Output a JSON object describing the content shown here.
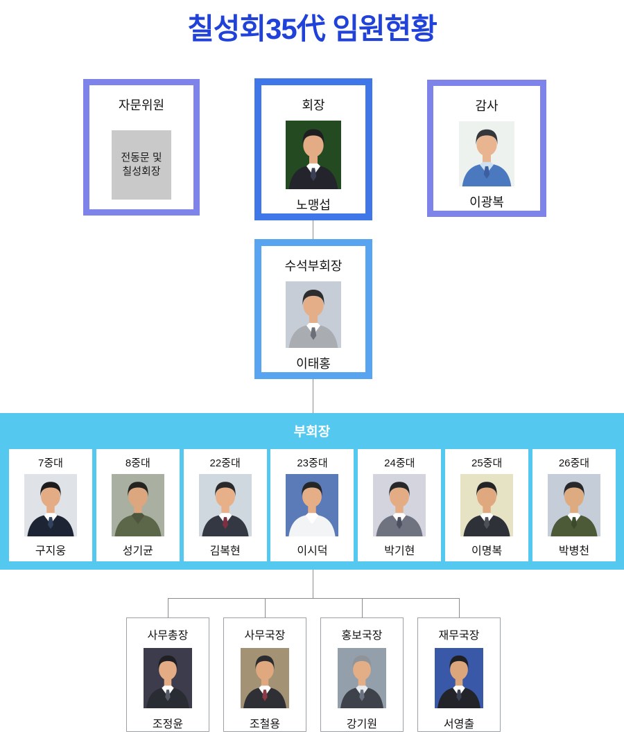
{
  "page_title": "칠성회35代 임원현황",
  "colors": {
    "title_text": "#2142d8",
    "advisor_border": "#7d83e8",
    "president_border": "#4077e8",
    "auditor_border": "#7d83e8",
    "senior_vp_border": "#58a4f0",
    "vp_band_bg": "#55c8f0",
    "note_box_bg": "#c9c9c9",
    "connector": "#8a8a8a",
    "staff_box_border": "#9aa0a6"
  },
  "advisor": {
    "title": "자문위원",
    "note_line1": "전동문 및",
    "note_line2": "칠성회장"
  },
  "president": {
    "title": "회장",
    "name": "노맹섭",
    "photo": {
      "bg": "#244a22",
      "suit": "#23242c",
      "shirt": "#ffffff",
      "tie": "#3a3f55",
      "skin": "#e3ac84",
      "hair": "#1f1f22"
    }
  },
  "auditor": {
    "title": "감사",
    "name": "이광복",
    "photo": {
      "bg": "#eef2ee",
      "suit": "#4b79c0",
      "shirt": "#cfe0f2",
      "tie": "#3c5fa0",
      "skin": "#e8b590",
      "hair": "#35373a"
    }
  },
  "senior_vp": {
    "title": "수석부회장",
    "name": "이태홍",
    "photo": {
      "bg": "#c7cdd6",
      "suit": "#a9adb2",
      "shirt": "#ffffff",
      "tie": "#6b7078",
      "skin": "#e3ae88",
      "hair": "#2b2d2e"
    }
  },
  "vp_band": {
    "title": "부회장",
    "members": [
      {
        "unit": "7중대",
        "name": "구지웅",
        "photo": {
          "bg": "#dfe3e8",
          "suit": "#1d2433",
          "shirt": "#ffffff",
          "tie": "#31415e",
          "skin": "#e3ac84",
          "hair": "#1c1c1e"
        }
      },
      {
        "unit": "8중대",
        "name": "성기균",
        "photo": {
          "bg": "#a9b0a2",
          "suit": "#5c6648",
          "shirt": "#4e573d",
          "skin": "#dca67e",
          "hair": "#23241f"
        }
      },
      {
        "unit": "22중대",
        "name": "김복현",
        "photo": {
          "bg": "#cfd8de",
          "suit": "#343842",
          "shirt": "#ffffff",
          "tie": "#7c3040",
          "skin": "#e8b088",
          "hair": "#2a2a2c"
        }
      },
      {
        "unit": "23중대",
        "name": "이시덕",
        "photo": {
          "bg": "#5a7ab8",
          "suit": "#f2f4f6",
          "shirt": "#ffffff",
          "skin": "#e5ae86",
          "hair": "#242628"
        }
      },
      {
        "unit": "24중대",
        "name": "박기현",
        "photo": {
          "bg": "#d4d4de",
          "suit": "#6f7380",
          "shirt": "#ffffff",
          "tie": "#4a5060",
          "skin": "#e3ac84",
          "hair": "#26282a"
        }
      },
      {
        "unit": "25중대",
        "name": "이명복",
        "photo": {
          "bg": "#e6e2c4",
          "suit": "#2e3138",
          "shirt": "#ffffff",
          "tie": "#4c5258",
          "skin": "#e0a87e",
          "hair": "#222426"
        }
      },
      {
        "unit": "26중대",
        "name": "박병천",
        "photo": {
          "bg": "#c5cdd8",
          "suit": "#4c5a38",
          "shirt": "#ffffff",
          "tie": "#3c4a2c",
          "skin": "#deaa80",
          "hair": "#26282a"
        }
      }
    ]
  },
  "staff": [
    {
      "title": "사무총장",
      "name": "조정윤",
      "photo": {
        "bg": "#3c3c4c",
        "suit": "#2a2c34",
        "shirt": "#ffffff",
        "tie": "#555a64",
        "skin": "#e3ac84",
        "hair": "#202024"
      }
    },
    {
      "title": "사무국장",
      "name": "조철용",
      "photo": {
        "bg": "#a39274",
        "suit": "#2e3036",
        "shirt": "#ffffff",
        "tie": "#8c3a44",
        "skin": "#dfa87e",
        "hair": "#2a2c30"
      }
    },
    {
      "title": "홍보국장",
      "name": "강기원",
      "photo": {
        "bg": "#93a0ac",
        "suit": "#3e434b",
        "shirt": "#e8ecf0",
        "tie": "#6a7280",
        "skin": "#e3ae86",
        "hair": "#8e9499"
      }
    },
    {
      "title": "재무국장",
      "name": "서영출",
      "photo": {
        "bg": "#3a58a8",
        "suit": "#22242a",
        "shirt": "#ffffff",
        "tie": "#3a4050",
        "skin": "#dca67c",
        "hair": "#1e2024"
      }
    }
  ]
}
